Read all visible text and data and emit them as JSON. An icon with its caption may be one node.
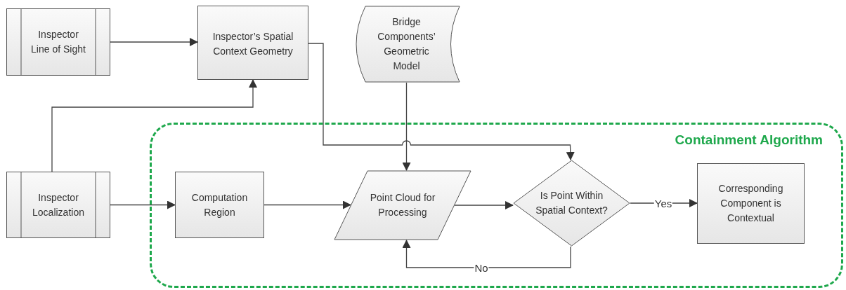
{
  "diagram": {
    "nodes": [
      {
        "text": [
          "Inspector Line of Sight"
        ]
      },
      {
        "text": [
          "Inspector’s Spatial Context Geometry"
        ]
      },
      {
        "text": [
          "Bridge Components’ Geometric Model"
        ]
      },
      {
        "text": [
          "Containment Algorithm"
        ]
      },
      {
        "text": [
          "Inspector Localization"
        ]
      },
      {
        "text": [
          "Computation Region"
        ],
        "in": 3
      },
      {
        "text": [
          "Point Cloud for Processing"
        ],
        "in": 3
      },
      {
        "text": [
          "Is Point Within Spatial Context?"
        ],
        "in": 3
      },
      {
        "text": [
          "Corresponding Component is Contextual"
        ],
        "in": 3
      }
    ],
    "edges": [
      {
        "from": 0,
        "to": 1,
        "arrow": "to"
      },
      {
        "from": 4,
        "to": 1,
        "arrow": "to"
      },
      {
        "from": 1,
        "to": 7,
        "arrow": "to"
      },
      {
        "from": 2,
        "to": 6,
        "arrow": "to"
      },
      {
        "from": 4,
        "to": 5,
        "arrow": "to"
      },
      {
        "from": 5,
        "to": 6,
        "arrow": "to"
      },
      {
        "from": 6,
        "to": 7,
        "arrow": "to"
      },
      {
        "from": 7,
        "to": 8,
        "label": "Yes",
        "arrow": "to"
      },
      {
        "from": 7,
        "to": 6,
        "label": "No",
        "arrow": "to"
      }
    ]
  }
}
